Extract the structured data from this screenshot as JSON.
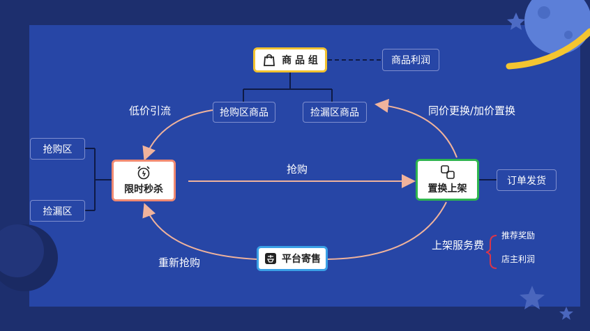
{
  "center_top": {
    "label": "商 品 组"
  },
  "top_right_box": {
    "label": "商品利润"
  },
  "pool_boxes": {
    "grab_goods": "抢购区商品",
    "pickup_goods": "捡漏区商品"
  },
  "left_node": {
    "label": "限时秒杀"
  },
  "left_boxes": {
    "grab_zone": "抢购区",
    "pickup_zone": "捡漏区"
  },
  "right_node": {
    "label": "置换上架"
  },
  "right_box": {
    "label": "订单发货"
  },
  "bottom_node": {
    "label": "平台寄售"
  },
  "flow_labels": {
    "low_price": "低价引流",
    "exchange": "同价更换/加价置换",
    "grab": "抢购",
    "regrab": "重新抢购",
    "listing_fee": "上架服务费"
  },
  "fee_items": {
    "recommend": "推荐奖励",
    "owner_profit": "店主利润"
  },
  "colors": {
    "background": "#1d2f6e",
    "panel": "#2746a6",
    "arrow": "#f0b39c",
    "top_node_border": "#f2c230",
    "left_node_border": "#f08a72",
    "right_node_border": "#2fb54f",
    "bottom_node_border": "#3aa0e6",
    "bracket": "#d9354a"
  },
  "icons": [
    "shopping-bag-icon",
    "alarm-clock-icon",
    "exchange-squares-icon",
    "consignment-icon",
    "star-icon",
    "planet-icon"
  ]
}
